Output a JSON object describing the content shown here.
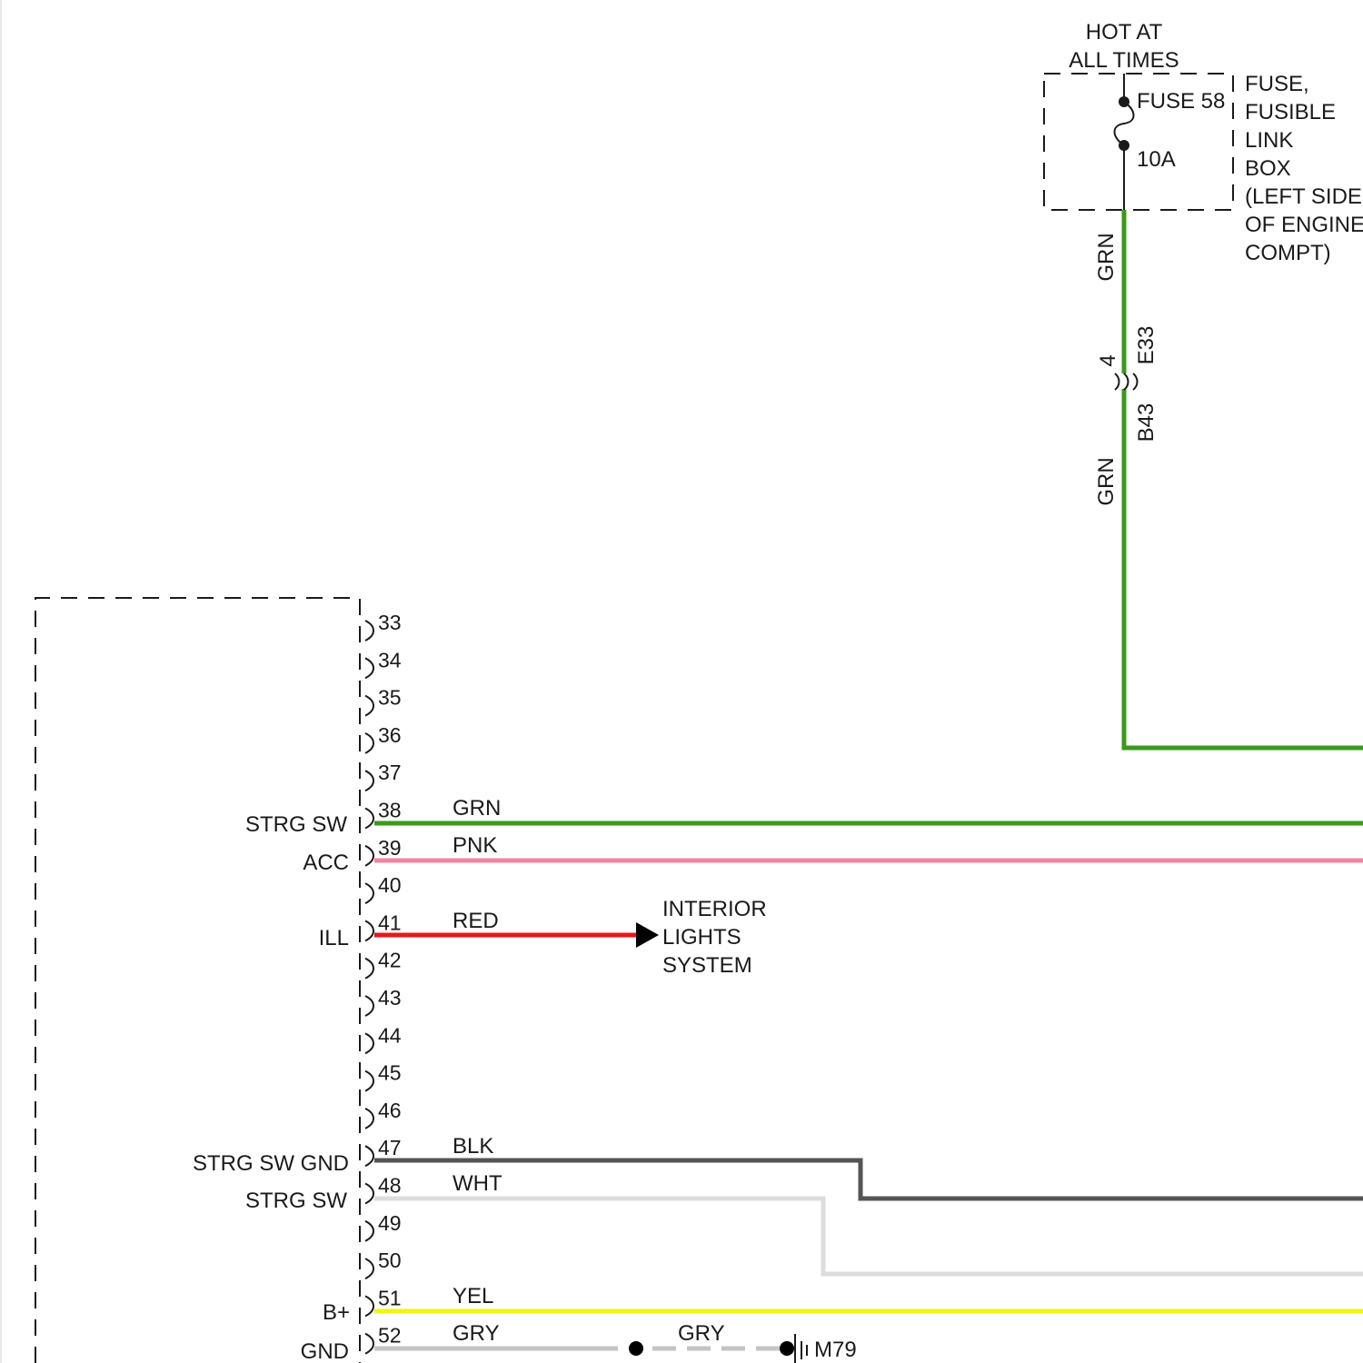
{
  "colors": {
    "GRN": "#3a9a1a",
    "PNK": "#ef87a3",
    "RED": "#e41919",
    "BLK": "#555555",
    "WHT": "#dcdcdc",
    "YEL": "#f2f21c",
    "GRY": "#c4c4c4",
    "ink": "#1a1a1a"
  },
  "fuse_box": {
    "hot_line1": "HOT AT",
    "hot_line2": "ALL TIMES",
    "fuse_name": "FUSE 58",
    "fuse_rating": "10A",
    "desc_lines": [
      "FUSE,",
      "FUSIBLE",
      "LINK",
      "BOX",
      "(LEFT SIDE",
      "OF ENGINE",
      "COMPT)"
    ]
  },
  "feed": {
    "wire_upper": "GRN",
    "wire_lower": "GRN",
    "connector_pin": "4",
    "connector_upper": "E33",
    "connector_lower": "B43"
  },
  "module_pins": [
    "33",
    "34",
    "35",
    "36",
    "37",
    "38",
    "39",
    "40",
    "41",
    "42",
    "43",
    "44",
    "45",
    "46",
    "47",
    "48",
    "49",
    "50",
    "51",
    "52"
  ],
  "circuits": [
    {
      "pin": "38",
      "label": "STRG SW",
      "wire": "GRN"
    },
    {
      "pin": "39",
      "label": "ACC",
      "wire": "PNK"
    },
    {
      "pin": "41",
      "label": "ILL",
      "wire": "RED"
    },
    {
      "pin": "47",
      "label": "STRG SW GND",
      "wire": "BLK"
    },
    {
      "pin": "48",
      "label": "STRG SW",
      "wire": "WHT"
    },
    {
      "pin": "51",
      "label": "B+",
      "wire": "YEL"
    },
    {
      "pin": "52",
      "label": "GND",
      "wire": "GRY"
    }
  ],
  "interior_lights": [
    "INTERIOR",
    "LIGHTS",
    "SYSTEM"
  ],
  "ground": {
    "wire": "GRY",
    "name": "M79"
  }
}
